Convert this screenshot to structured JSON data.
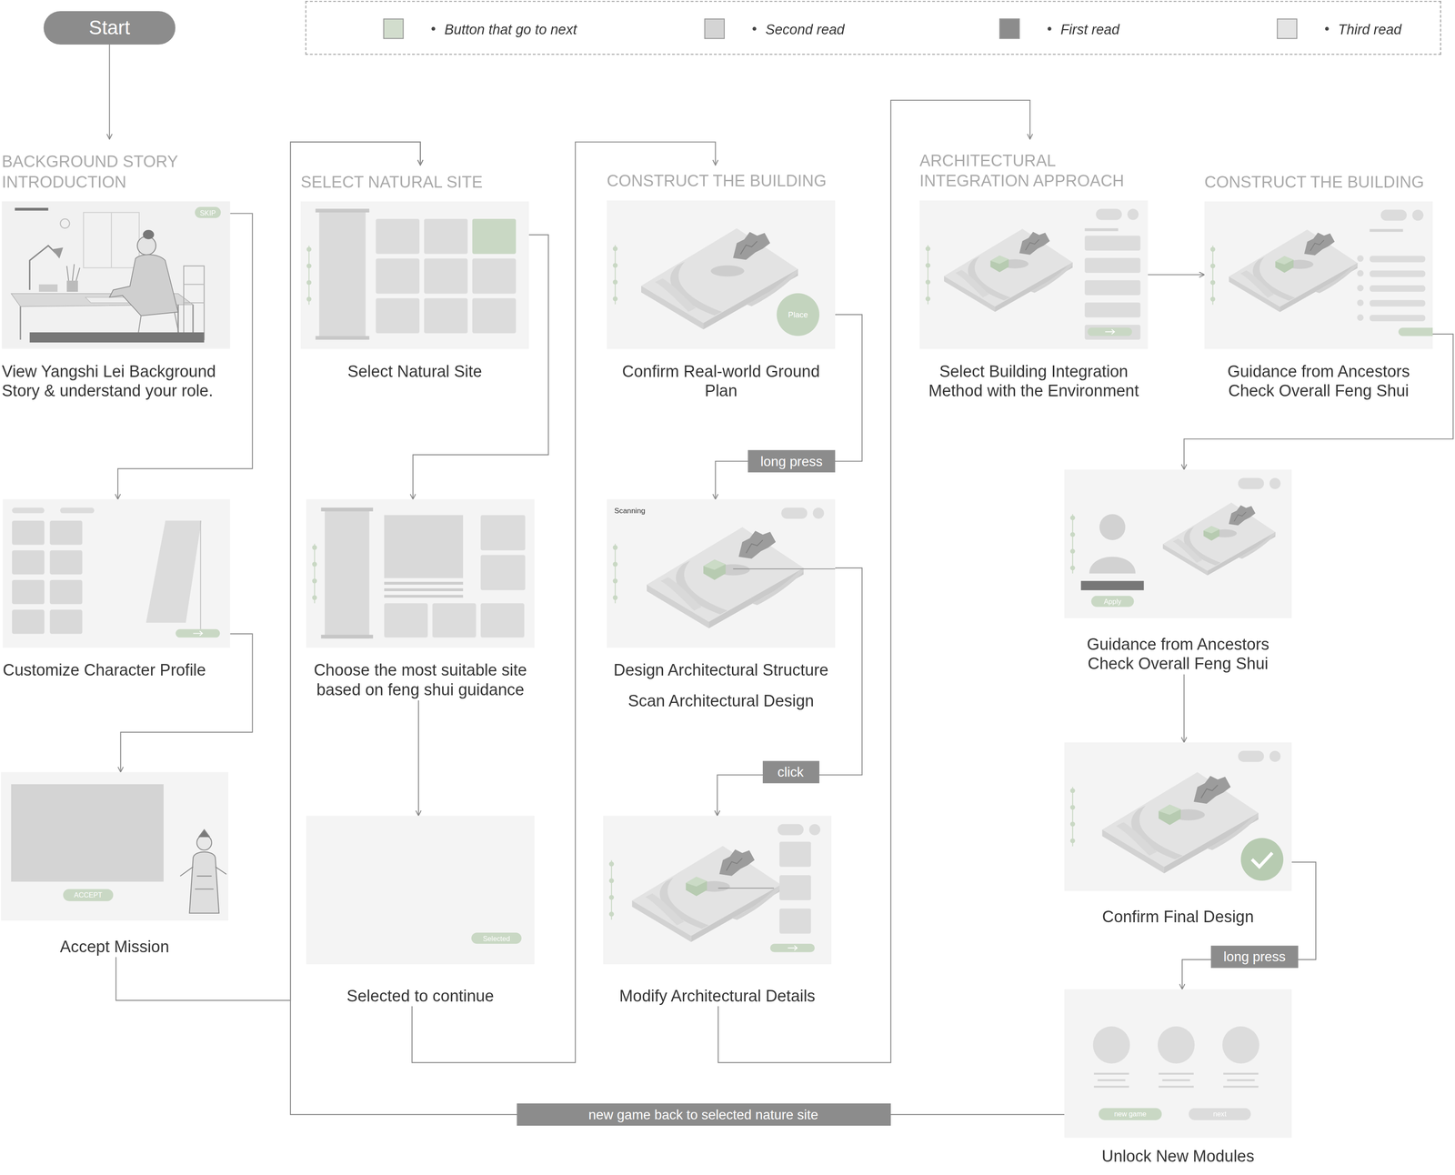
{
  "diagram": {
    "nodes": [
      {
        "text": [
          "Start"
        ]
      },
      {
        "text": [
          "BACKGROUND STORY INTRODUCTION",
          "View Yangshi Lei Background Story & understand your role."
        ]
      },
      {
        "text": [
          "Customize Character Profile"
        ]
      },
      {
        "text": [
          "Accept Mission"
        ]
      },
      {
        "text": [
          "SELECT NATURAL SITE",
          "Select Natural Site"
        ]
      },
      {
        "text": [
          "Choose the most suitable site based on feng shui guidance"
        ]
      },
      {
        "text": [
          "Selected to continue"
        ]
      },
      {
        "text": [
          "CONSTRUCT THE BUILDING",
          "Confirm Real-world Ground Plan"
        ]
      },
      {
        "text": [
          "Design Architectural Structure",
          "Scan Architectural Design"
        ]
      },
      {
        "text": [
          "Modify Architectural Details"
        ]
      },
      {
        "text": [
          "ARCHITECTURAL INTEGRATION APPROACH",
          "Select Building Integration Method with the Environment"
        ]
      },
      {
        "text": [
          "CONSTRUCT THE BUILDING",
          "Guidance from Ancestors Check Overall Feng Shui"
        ]
      },
      {
        "text": [
          "Guidance from Ancestors Check Overall Feng Shui"
        ]
      },
      {
        "text": [
          "Confirm Final Design"
        ]
      },
      {
        "text": [
          "Unlock New Modules"
        ]
      }
    ],
    "edges": [
      {
        "from": 0,
        "to": 1,
        "arrow": "to"
      },
      {
        "from": 1,
        "to": 2,
        "arrow": "to"
      },
      {
        "from": 2,
        "to": 3,
        "arrow": "to"
      },
      {
        "from": 3,
        "to": 4,
        "arrow": "to"
      },
      {
        "from": 4,
        "to": 5,
        "arrow": "to"
      },
      {
        "from": 5,
        "to": 6,
        "arrow": "to"
      },
      {
        "from": 6,
        "to": 7,
        "arrow": "to"
      },
      {
        "from": 7,
        "to": 8,
        "label": "long press",
        "arrow": "to"
      },
      {
        "from": 8,
        "to": 9,
        "label": "click",
        "arrow": "to"
      },
      {
        "from": 9,
        "to": 10,
        "arrow": "to"
      },
      {
        "from": 10,
        "to": 11,
        "arrow": "to"
      },
      {
        "from": 11,
        "to": 12,
        "arrow": "to"
      },
      {
        "from": 12,
        "to": 13,
        "arrow": "to"
      },
      {
        "from": 13,
        "to": 14,
        "label": "long press",
        "arrow": "to"
      },
      {
        "from": 14,
        "to": 4,
        "label": "new game back to selected nature site",
        "arrow": "to"
      }
    ],
    "labels": [
      "SKIP",
      "ACCEPT",
      "Selected",
      "Place",
      "Scanning",
      "Apply",
      "new game",
      "next"
    ],
    "legend": [
      {
        "text": "Button that go to next",
        "color": "#d2ddcd"
      },
      {
        "text": "Second read",
        "color": "#d4d4d4"
      },
      {
        "text": "First read",
        "color": "#8c8c8c"
      },
      {
        "text": "Third read",
        "color": "#e4e4e4"
      }
    ]
  }
}
